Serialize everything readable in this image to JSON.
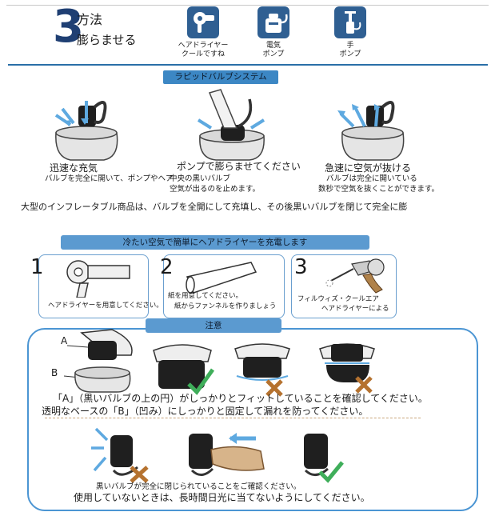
{
  "header": {
    "step_number": "3",
    "title": "方法",
    "subtitle": "膨らませる",
    "methods": [
      {
        "icon": "hair-dryer-icon",
        "label_line1": "ヘアドライヤー",
        "label_line2": "クールですね"
      },
      {
        "icon": "electric-pump-icon",
        "label_line1": "電気",
        "label_line2": "ポンプ"
      },
      {
        "icon": "hand-pump-icon",
        "label_line1": "手",
        "label_line2": "ポンプ"
      }
    ]
  },
  "rapid_valve": {
    "banner": "ラピッドバルブシステム",
    "items": [
      {
        "title": "迅速な充気",
        "desc1": "バルブを完全に開いて、ポンプやヘア"
      },
      {
        "title": "ポンプで膨らませてください",
        "desc1": "中央の黒いバルブ",
        "desc2": "空気が出るのを止めます。"
      },
      {
        "title": "急速に空気が抜ける",
        "desc1": "バルブは完全に開いている",
        "desc2": "数秒で空気を抜くことができます。"
      }
    ],
    "note": "大型のインフレータブル商品は、バルブを全開にして充填し、その後黒いバルブを閉じて完全に膨"
  },
  "dryer_section": {
    "banner": "冷たい空気で簡単にヘアドライヤーを充電します",
    "steps": [
      {
        "number": "1",
        "caption1": "ヘアドライヤーを用意してください。"
      },
      {
        "number": "2",
        "caption1": "紙を用意してください。",
        "caption2": "紙からファンネルを作りましょう"
      },
      {
        "number": "3",
        "caption1": "フィルウィズ・クールエア",
        "caption2": "ヘアドライヤーによる"
      }
    ]
  },
  "caution": {
    "banner": "注意",
    "label_a": "A",
    "label_b": "B",
    "line1": "「A」（黒いバルブの上の円）がしっかりとフィットしていることを確認してください。",
    "line2": "透明なベースの「B」（凹み）にしっかりと固定して漏れを防ってください。",
    "line3": "黒いバルブが完全に閉じられていることをご確認ください。",
    "line4": "使用していないときは、長時間日光に当てないようにしてください。"
  },
  "colors": {
    "accent_blue": "#3c87c4",
    "navy": "#1f3f73",
    "check_green": "#3fae5a",
    "cross_brown": "#b5722f",
    "arrow_blue": "#5ea9e0"
  }
}
